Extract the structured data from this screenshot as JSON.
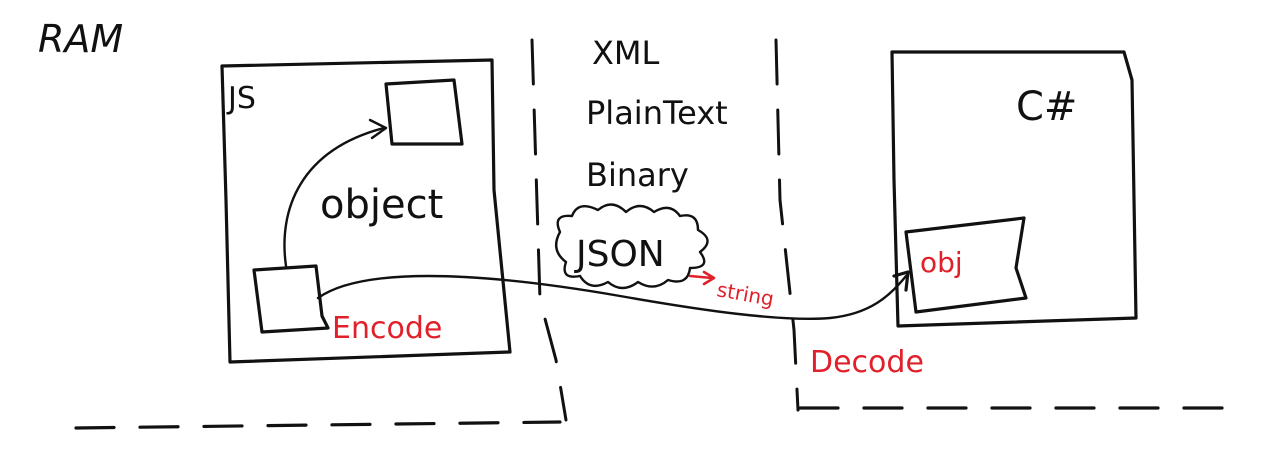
{
  "labels": {
    "ram": "RAM",
    "js": "JS",
    "csharp": "C#",
    "object": "object",
    "obj": "obj",
    "encode": "Encode",
    "decode": "Decode",
    "string": "string",
    "json": "JSON"
  },
  "formats": [
    "XML",
    "PlainText",
    "Binary"
  ],
  "colors": {
    "ink": "#111111",
    "accent": "#e0202a",
    "background": "#ffffff"
  }
}
